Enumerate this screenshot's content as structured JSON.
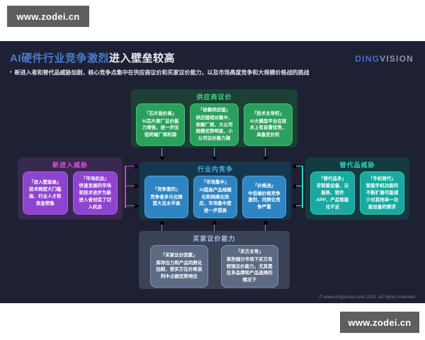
{
  "watermark": {
    "text": "www.zodei.cn"
  },
  "slide": {
    "title_highlight": "AI硬件行业竞争激烈",
    "title_rest": "进入壁垒较高",
    "bullet": "•",
    "subtitle": "新进入者和替代品威胁加剧，核心竞争点集中在供应商议价和买家议价能力，以及市场高度竞争和大规模价格战的挑战",
    "logo": {
      "part1": "DING",
      "part2": "VISION"
    },
    "footer": "© www.dingvision.com 2024. All rights reserved"
  },
  "sections": {
    "supplier": {
      "header": "供应商议价",
      "boxes": [
        {
          "title": "「芯片溢价高」",
          "body": "AI芯片原厂议价能力增强，进一步压低终端厂商利润"
        },
        {
          "title": "「依赖供应链」",
          "body": "供应链相对集中，依赖厂商，大公司规模优势明显，小公司议价能力弱"
        },
        {
          "title": "「技术主导权」",
          "body": "AI大模型平台在技术上有显著优势，具备定价权"
        }
      ]
    },
    "new_entrants": {
      "header": "新进入威胁",
      "boxes": [
        {
          "title": "「进入壁垒高」",
          "body": "技术跨度大门槛高、行业人才和资金密集"
        },
        {
          "title": "「市场机会」",
          "body": "快速发展的市场和技术进步为新进入者创造了切入机会"
        }
      ]
    },
    "rivalry": {
      "header": "行业内竞争",
      "boxes": [
        {
          "title": "「竞争激烈」",
          "body": "竞争者多元化跨度大且水平高"
        },
        {
          "title": "「市场集中」",
          "body": "AI提高产品规模化和网络化效应，市场集中度进一步提高"
        },
        {
          "title": "「价格战」",
          "body": "中低端价格竞争激烈，同质化竞争严重"
        }
      ]
    },
    "substitutes": {
      "header": "替代品威胁",
      "boxes": [
        {
          "title": "「替代品多」",
          "body": "非智能设备、云服务、软件APP，产品智能化不足"
        },
        {
          "title": "「手机替代」",
          "body": "智能手机功能的不断扩展可能减少对其他单一功能设备的需求"
        }
      ]
    },
    "buyers": {
      "header": "买家议价能力",
      "boxes": [
        {
          "title": "「买家议价因素」",
          "body": "库存压力和产品同质化加剧，使买方在价格谈判中占据优势地位"
        },
        {
          "title": "「买方主导」",
          "body": "某些细分市场下买方有较强议价能力，尤其是在多品牌和产品选择的情况下"
        }
      ]
    }
  },
  "colors": {
    "slide_bg": "#1e2133",
    "title_accent": "#4a7bd0",
    "supplier_green": "#2aa05c",
    "entrants_purple": "#8e44cf",
    "rivalry_blue": "#2f84c2",
    "substitutes_teal": "#18aaa0",
    "buyers_slate": "#5d6a84",
    "arrow_magenta": "#d838d8",
    "arrow_green": "#3fd584",
    "arrow_teal": "#2fd0bd"
  }
}
